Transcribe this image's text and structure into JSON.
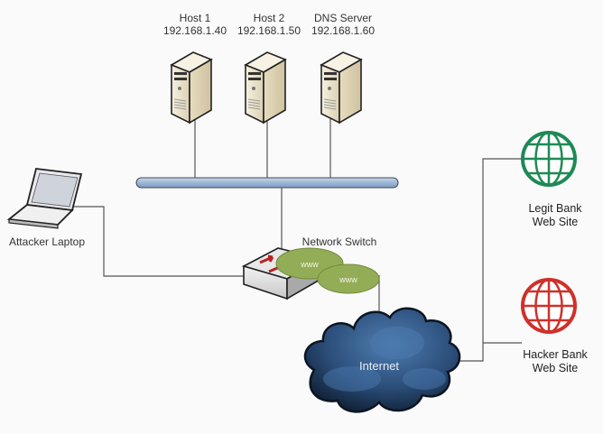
{
  "diagram": {
    "hosts": [
      {
        "name": "Host 1",
        "ip": "192.168.1.40"
      },
      {
        "name": "Host 2",
        "ip": "192.168.1.50"
      },
      {
        "name": "DNS Server",
        "ip": "192.168.1.60"
      }
    ],
    "attacker": {
      "label": "Attacker Laptop"
    },
    "switch": {
      "label": "Network Switch"
    },
    "bubbles": [
      "www",
      "www"
    ],
    "internet": {
      "label": "Internet"
    },
    "sites": [
      {
        "line1": "Legit Bank",
        "line2": "Web Site",
        "color": "#1e8a55"
      },
      {
        "line1": "Hacker Bank",
        "line2": "Web Site",
        "color": "#d0302a"
      }
    ],
    "colors": {
      "bus": "#a9c0dc",
      "server": "#efe6cf",
      "bubble": "#93ad56",
      "cloud": "#2c4f78",
      "line": "#555555"
    }
  }
}
